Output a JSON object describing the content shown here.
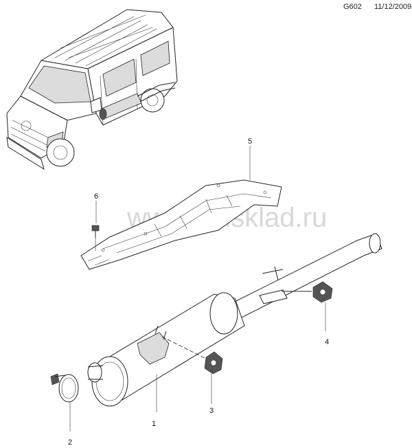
{
  "header": {
    "code": "G602",
    "date": "11/12/2009"
  },
  "watermark": "www.gmsklad.ru",
  "callouts": [
    "1",
    "2",
    "3",
    "4",
    "5",
    "6"
  ]
}
